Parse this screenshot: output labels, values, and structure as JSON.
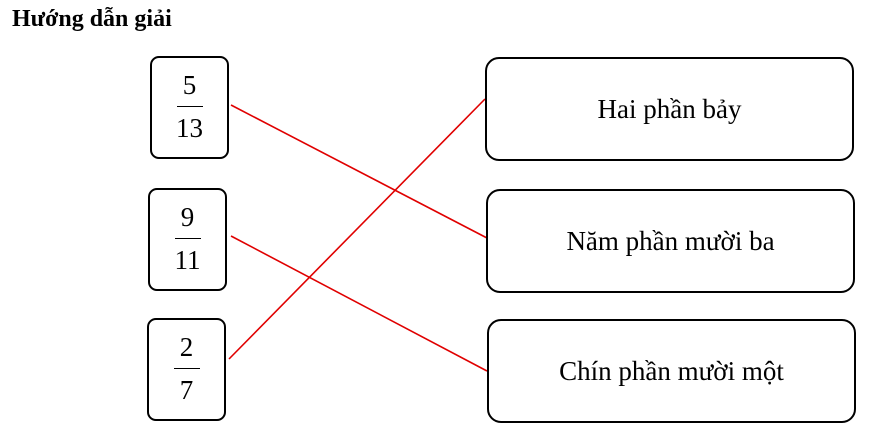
{
  "heading": "Hướng dẫn giải",
  "fractions": [
    {
      "numerator": "5",
      "denominator": "13"
    },
    {
      "numerator": "9",
      "denominator": "11"
    },
    {
      "numerator": "2",
      "denominator": "7"
    }
  ],
  "words": [
    "Hai phần bảy",
    "Năm phần mười ba",
    "Chín phần mười một"
  ],
  "matches": [
    {
      "fraction": "5/13",
      "word": "Năm phần mười ba"
    },
    {
      "fraction": "9/11",
      "word": "Chín phần mười một"
    },
    {
      "fraction": "2/7",
      "word": "Hai phần bảy"
    }
  ],
  "line_color": "#e00000"
}
